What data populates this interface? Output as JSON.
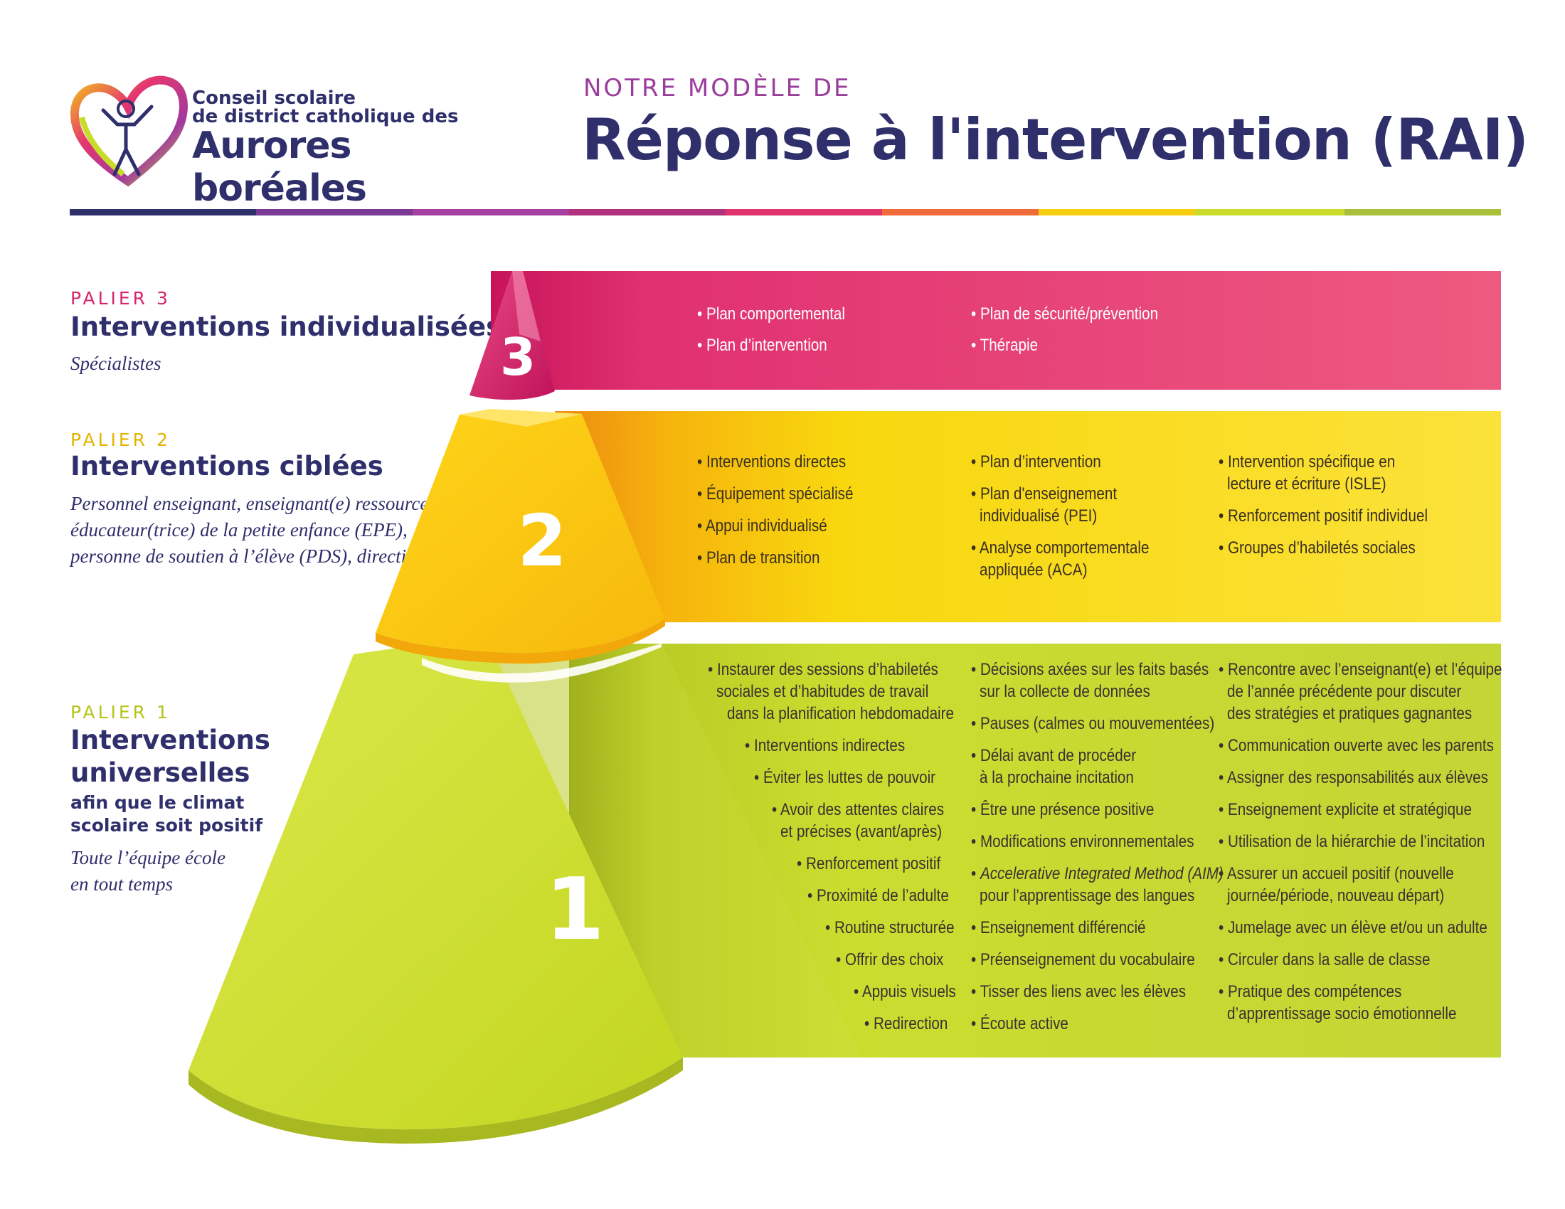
{
  "header": {
    "org_line1": "Conseil scolaire",
    "org_line2": "de district catholique des",
    "org_line3": "Aurores boréales",
    "subtitle": "NOTRE MODÈLE DE",
    "title": "Réponse à l'intervention (RAI)"
  },
  "colors": {
    "navy": "#2e2f6b",
    "tier3": "#e0336d",
    "tier2": "#f7cf11",
    "tier1": "#c9dc2b",
    "purple": "#9b3d9c"
  },
  "tiers": {
    "t3": {
      "kicker": "PALIER 3",
      "heading": "Interventions individualisées",
      "description": "Spécialistes",
      "number": "3",
      "items": [
        "• Plan comportemental",
        "• Plan d’intervention",
        "• Plan de sécurité/prévention",
        "• Thérapie"
      ]
    },
    "t2": {
      "kicker": "PALIER 2",
      "heading": "Interventions ciblées",
      "desc_lines": [
        "Personnel enseignant, enseignant(e) ressource,",
        "éducateur(trice) de la petite enfance (EPE),",
        "personne de soutien à l’élève (PDS), direction"
      ],
      "number": "2",
      "items": [
        "• Interventions directes",
        "• Équipement spécialisé",
        "• Appui individualisé",
        "• Plan de transition",
        "• Plan d’intervention",
        "• Plan d'enseignement",
        "individualisé (PEI)",
        "• Analyse comportementale",
        "appliquée (ACA)",
        "• Intervention spécifique en",
        "lecture et écriture (ISLE)",
        "• Renforcement positif individuel",
        "• Groupes d’habiletés sociales"
      ]
    },
    "t1": {
      "kicker": "PALIER 1",
      "heading_lines": [
        "Interventions",
        "universelles"
      ],
      "sub_lines": [
        "afin que le climat",
        "scolaire soit positif"
      ],
      "desc_lines": [
        "Toute l’équipe école",
        "en tout temps"
      ],
      "number": "1",
      "col1": [
        "• Instaurer des sessions d’habiletés",
        "sociales et d’habitudes de travail",
        "dans la planification hebdomadaire",
        "• Interventions indirectes",
        "• Éviter les luttes de pouvoir",
        "• Avoir des attentes claires",
        "et précises (avant/après)",
        "• Renforcement positif",
        "• Proximité de l’adulte",
        "• Routine structurée",
        "• Offrir des choix",
        "• Appuis visuels",
        "• Redirection"
      ],
      "col2": [
        "• Décisions axées sur les faits basés",
        "sur la collecte de données",
        "• Pauses (calmes ou mouvementées)",
        "• Délai avant de procéder",
        "à la prochaine incitation",
        "• Être une présence positive",
        "• Modifications environnementales",
        "• ",
        "Accelerative Integrated Method (AIM)",
        "pour l'apprentissage des langues",
        "• Enseignement différencié",
        "• Préenseignement du vocabulaire",
        "• Tisser des liens avec les élèves",
        "• Écoute active"
      ],
      "col3": [
        "• Rencontre avec l’enseignant(e) et l’équipe",
        "de l’année précédente pour discuter",
        "des stratégies et pratiques gagnantes",
        "• Communication ouverte avec les parents",
        "• Assigner des responsabilités aux élèves",
        "• Enseignement explicite et stratégique",
        "• Utilisation de la hiérarchie de l’incitation",
        "• Assurer un accueil positif (nouvelle",
        "journée/période, nouveau départ)",
        "• Jumelage avec un élève et/ou un adulte",
        "• Circuler dans la salle de classe",
        "• Pratique des compétences",
        "d’apprentissage socio émotionnelle"
      ]
    }
  }
}
